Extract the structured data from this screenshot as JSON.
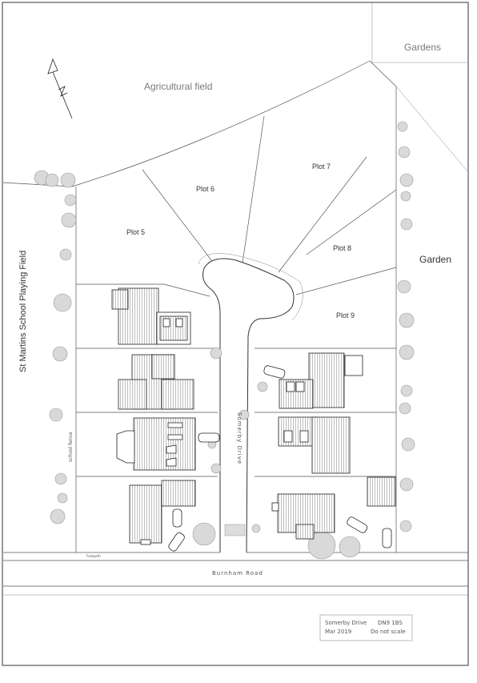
{
  "labels": {
    "gardens_top": "Gardens",
    "agricultural_field": "Agricultural field",
    "plot5": "Plot 5",
    "plot6": "Plot 6",
    "plot7": "Plot 7",
    "plot8": "Plot 8",
    "plot9": "Plot 9",
    "garden_right": "Garden",
    "playing_field": "St Martins School Playing Field",
    "school_fence": "school fence",
    "road_name": "Somerby Drive",
    "main_road": "Burnham Road",
    "footpath": "Footpath",
    "north": "N"
  },
  "title_block": {
    "line1_left": "Somerby Drive",
    "line1_right": "DN9 1BS",
    "line2_left": "Mar 2019",
    "line2_right": "Do not scale"
  }
}
